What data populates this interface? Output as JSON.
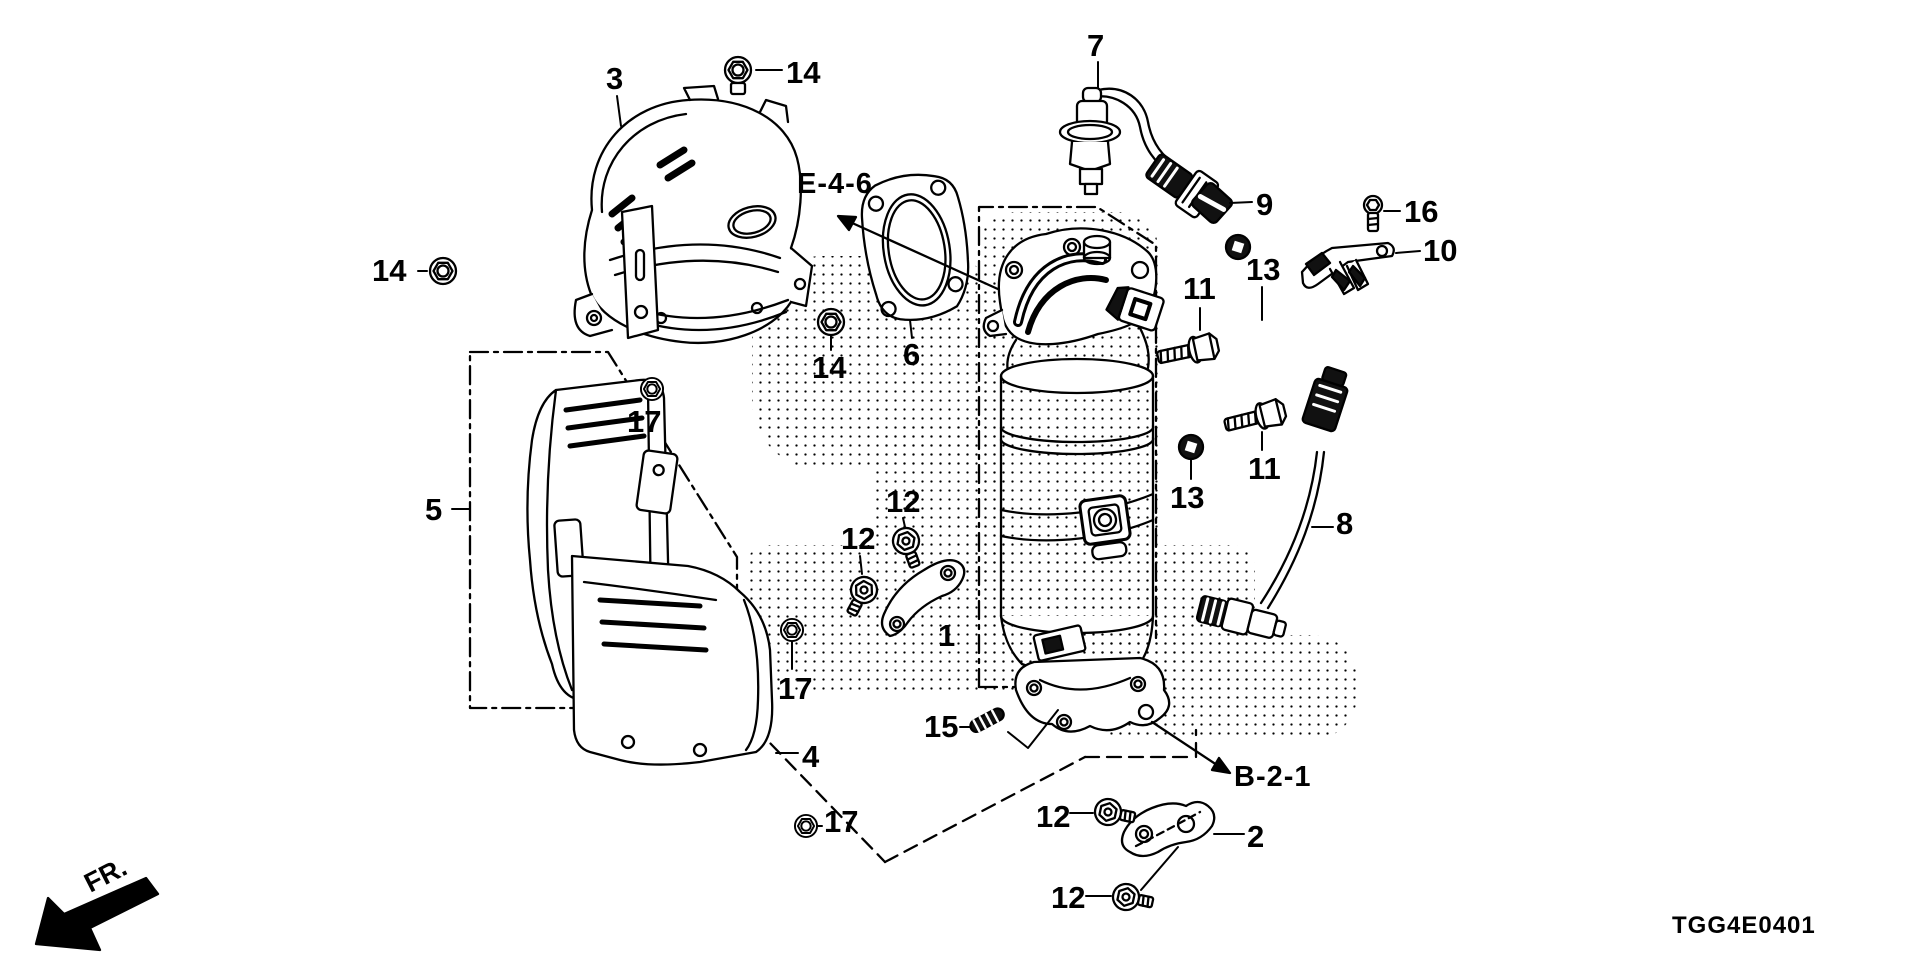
{
  "labels": {
    "p1": "1",
    "p2": "2",
    "p3": "3",
    "p4": "4",
    "p5": "5",
    "p6": "6",
    "p7": "7",
    "p8": "8",
    "p9": "9",
    "p10": "10",
    "p11": "11",
    "p12": "12",
    "p13": "13",
    "p14": "14",
    "p15": "15",
    "p16": "16",
    "p17": "17",
    "ref_e46": "E-4-6",
    "ref_b21": "B-2-1",
    "front_marker": "FR.",
    "diagram_code": "TGG4E0401"
  },
  "colors": {
    "line": "#000000",
    "background": "#ffffff"
  }
}
